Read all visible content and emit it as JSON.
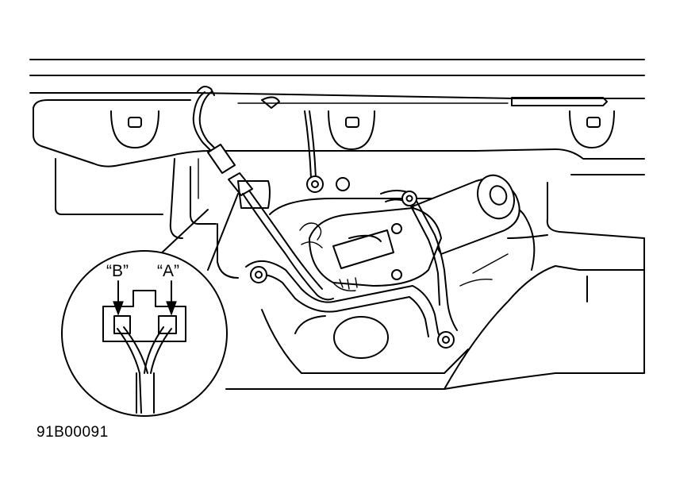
{
  "callouts": {
    "terminal_b": "“B”",
    "terminal_a": "“A”"
  },
  "figure_id": "91B00091"
}
